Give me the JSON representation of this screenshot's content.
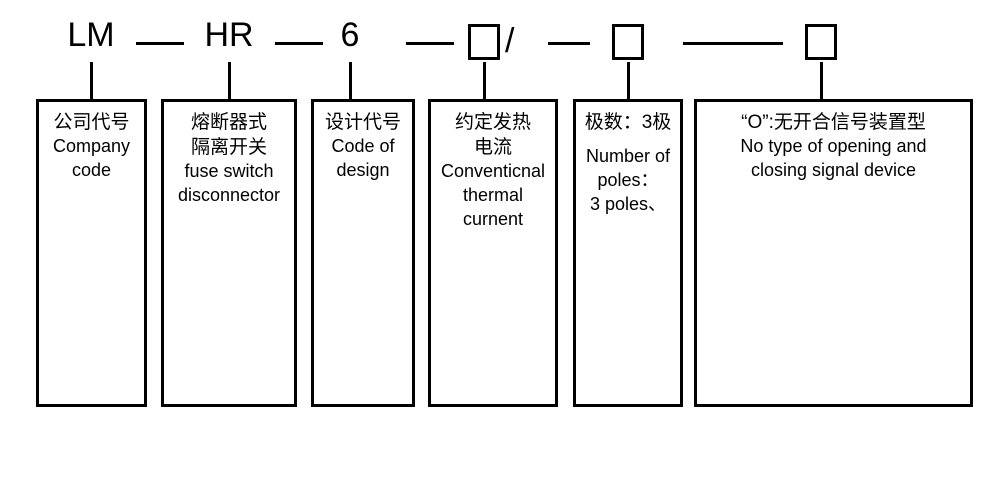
{
  "diagram": {
    "title_code": "LM—HR—6—□/—□——□",
    "designation": {
      "tokens": [
        {
          "name": "company-code",
          "text": "LM"
        },
        {
          "name": "series-code",
          "text": "HR"
        },
        {
          "name": "design-code",
          "text": "6"
        },
        {
          "name": "thermal-current-placeholder",
          "text": ""
        },
        {
          "name": "poles-placeholder",
          "text": ""
        },
        {
          "name": "signal-device-placeholder",
          "text": ""
        }
      ],
      "separators": [
        "—",
        "—",
        "—",
        "—",
        "——"
      ],
      "slash": "/"
    },
    "boxes": [
      {
        "name": "company-code",
        "cn_lines": [
          "公司代号"
        ],
        "en_lines": [
          "Company",
          "code"
        ]
      },
      {
        "name": "fuse-switch-disconnector",
        "cn_lines": [
          "熔断器式",
          "隔离开关"
        ],
        "en_lines": [
          "fuse switch",
          "disconnector"
        ]
      },
      {
        "name": "code-of-design",
        "cn_lines": [
          "设计代号"
        ],
        "en_lines": [
          "Code of",
          "design"
        ]
      },
      {
        "name": "conventional-thermal-current",
        "cn_lines": [
          "约定发热",
          "电流"
        ],
        "en_lines": [
          "Conventicnal",
          "thermal",
          "curnent"
        ]
      },
      {
        "name": "number-of-poles",
        "cn_lines": [
          "极数：3极"
        ],
        "en_lines": [
          "Number of",
          "poles：",
          "3 poles、"
        ]
      },
      {
        "name": "signal-device-type",
        "cn_lines": [
          "“O”:无开合信号装置型"
        ],
        "en_lines": [
          "No type of opening and",
          "closing signal device"
        ]
      }
    ]
  },
  "colors": {
    "ink": "#000000",
    "paper": "#ffffff"
  }
}
